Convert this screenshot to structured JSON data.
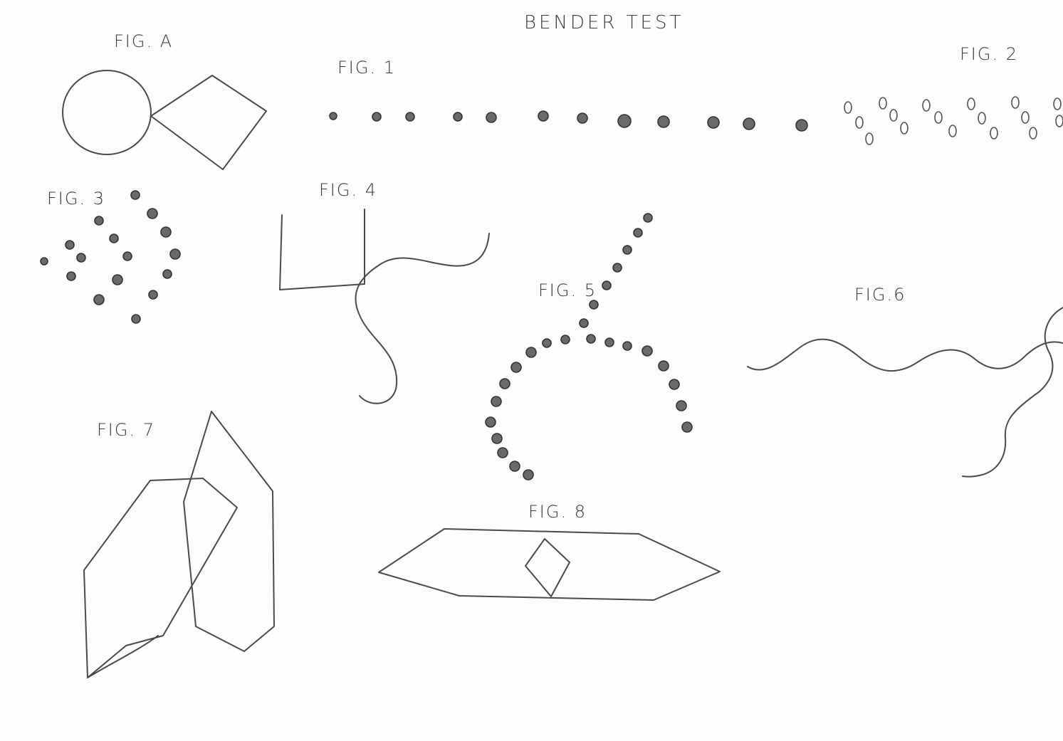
{
  "sheet": {
    "title": "BENDER TEST",
    "ink_color": "#4a4a4a",
    "paper_color": "#fdfdfd"
  },
  "figures": {
    "fig_a": {
      "label": "FIG. A"
    },
    "fig_1": {
      "label": "FIG. 1"
    },
    "fig_2": {
      "label": "FIG. 2"
    },
    "fig_3": {
      "label": "FIG. 3"
    },
    "fig_4": {
      "label": "FIG. 4"
    },
    "fig_5": {
      "label": "FIG. 5"
    },
    "fig_6": {
      "label": "FIG.6"
    },
    "fig_7": {
      "label": "FIG. 7"
    },
    "fig_8": {
      "label": "FIG. 8"
    }
  }
}
